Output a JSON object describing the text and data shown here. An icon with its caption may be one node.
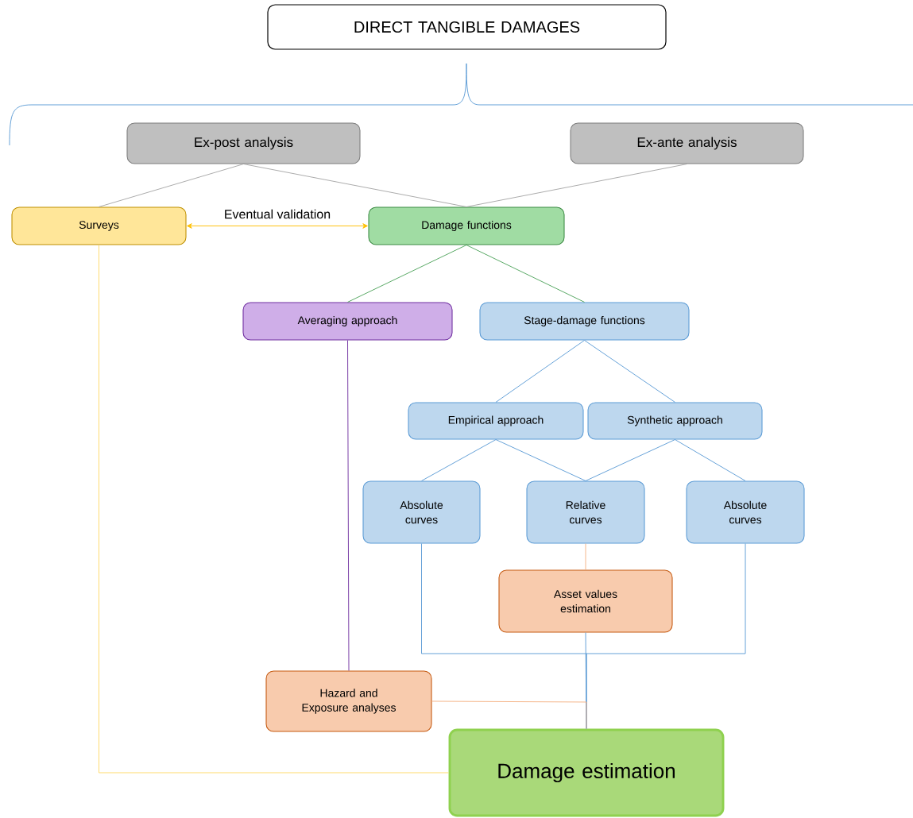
{
  "diagram": {
    "nodes": [
      {
        "text": [
          "DIRECT TANGIBLE DAMAGES"
        ]
      },
      {
        "text": [
          "Ex-post analysis"
        ]
      },
      {
        "text": [
          "Ex-ante analysis"
        ]
      },
      {
        "text": [
          "Surveys"
        ]
      },
      {
        "text": [
          "Damage functions"
        ]
      },
      {
        "text": [
          "Averaging approach"
        ]
      },
      {
        "text": [
          "Stage-damage functions"
        ]
      },
      {
        "text": [
          "Empirical approach"
        ]
      },
      {
        "text": [
          "Synthetic approach"
        ]
      },
      {
        "text": [
          "Absolute curves"
        ]
      },
      {
        "text": [
          "Relative curves"
        ]
      },
      {
        "text": [
          "Absolute curves"
        ]
      },
      {
        "text": [
          "Asset values estimation"
        ]
      },
      {
        "text": [
          "Hazard and Exposure analyses"
        ]
      },
      {
        "text": [
          "Damage estimation"
        ]
      }
    ],
    "edges": [
      {
        "from": 1,
        "to": 3,
        "arrow": "none",
        "color": "#a6a6a6"
      },
      {
        "from": 1,
        "to": 4,
        "arrow": "none",
        "color": "#a6a6a6"
      },
      {
        "from": 2,
        "to": 4,
        "arrow": "none",
        "color": "#a6a6a6"
      },
      {
        "from": 3,
        "to": 4,
        "arrow": "both",
        "label": "Eventual validation",
        "color": "#ffc000"
      },
      {
        "from": 4,
        "to": 5,
        "arrow": "none",
        "color": "#4ea35a"
      },
      {
        "from": 4,
        "to": 6,
        "arrow": "none",
        "color": "#4ea35a"
      },
      {
        "from": 6,
        "to": 7,
        "arrow": "none"
      },
      {
        "from": 6,
        "to": 8,
        "arrow": "none"
      },
      {
        "from": 7,
        "to": 9,
        "arrow": "none"
      },
      {
        "from": 7,
        "to": 10,
        "arrow": "none"
      },
      {
        "from": 8,
        "to": 10,
        "arrow": "none"
      },
      {
        "from": 8,
        "to": 11,
        "arrow": "none"
      },
      {
        "from": 10,
        "to": 12,
        "arrow": "none",
        "color": "#f4b183"
      },
      {
        "from": 12,
        "to": 14,
        "arrow": "none"
      },
      {
        "from": 9,
        "to": 14,
        "arrow": "none"
      },
      {
        "from": 11,
        "to": 14,
        "arrow": "none"
      },
      {
        "from": 5,
        "to": 13,
        "arrow": "none",
        "color": "#7030a0"
      },
      {
        "from": 13,
        "to": 14,
        "arrow": "none",
        "color": "#f4b183"
      },
      {
        "from": 3,
        "to": 14,
        "arrow": "none",
        "color": "#ffd966"
      }
    ]
  }
}
